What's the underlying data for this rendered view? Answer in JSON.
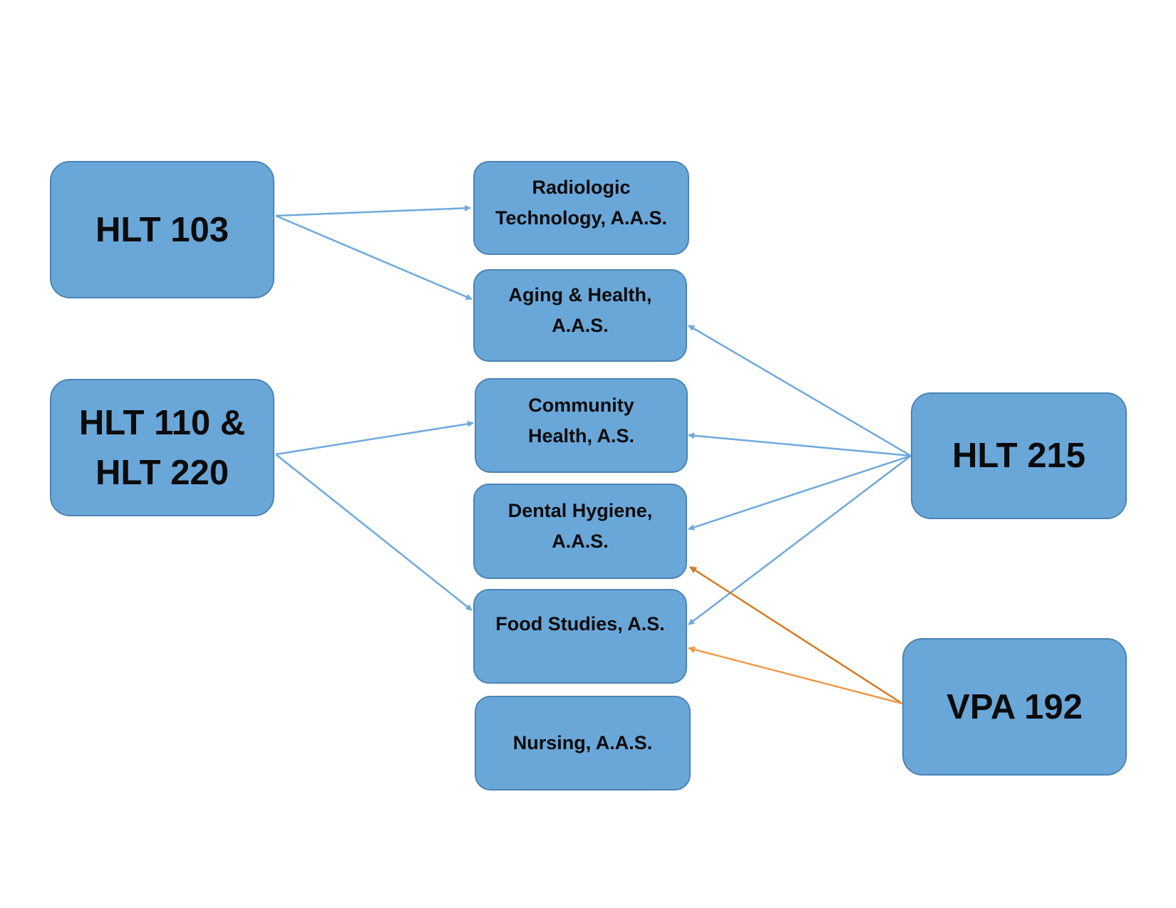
{
  "diagram": {
    "colors": {
      "box_fill": "#6aa7d9",
      "box_border": "#4d84b5",
      "arrow_blue": "#6fa8dc",
      "arrow_orange_dark": "#d17a22",
      "arrow_orange_light": "#ec9a4a",
      "text": "#0b0b0b"
    },
    "courses": {
      "hlt103": "HLT 103",
      "hlt110_220": "HLT 110 &\nHLT 220",
      "hlt215": "HLT 215",
      "vpa192": "VPA 192"
    },
    "programs": {
      "radiologic": "Radiologic\nTechnology, A.A.S.",
      "aging": "Aging & Health,\nA.A.S.",
      "community": "Community\nHealth, A.S.",
      "dental": "Dental Hygiene,\nA.A.S.",
      "food": "Food Studies, A.S.",
      "nursing": "Nursing, A.A.S."
    },
    "connections": [
      {
        "from": "HLT 103",
        "to": "Radiologic Technology, A.A.S.",
        "color": "blue"
      },
      {
        "from": "HLT 103",
        "to": "Aging & Health, A.A.S.",
        "color": "blue"
      },
      {
        "from": "HLT 110 & HLT 220",
        "to": "Community Health, A.S.",
        "color": "blue"
      },
      {
        "from": "HLT 110 & HLT 220",
        "to": "Food Studies, A.S.",
        "color": "blue"
      },
      {
        "from": "HLT 215",
        "to": "Aging & Health, A.A.S.",
        "color": "blue"
      },
      {
        "from": "HLT 215",
        "to": "Community Health, A.S.",
        "color": "blue"
      },
      {
        "from": "HLT 215",
        "to": "Dental Hygiene, A.A.S.",
        "color": "blue"
      },
      {
        "from": "HLT 215",
        "to": "Food Studies, A.S.",
        "color": "blue"
      },
      {
        "from": "VPA 192",
        "to": "Dental Hygiene, A.A.S.",
        "color": "orange-dark"
      },
      {
        "from": "VPA 192",
        "to": "Food Studies, A.S.",
        "color": "orange-light"
      }
    ]
  }
}
